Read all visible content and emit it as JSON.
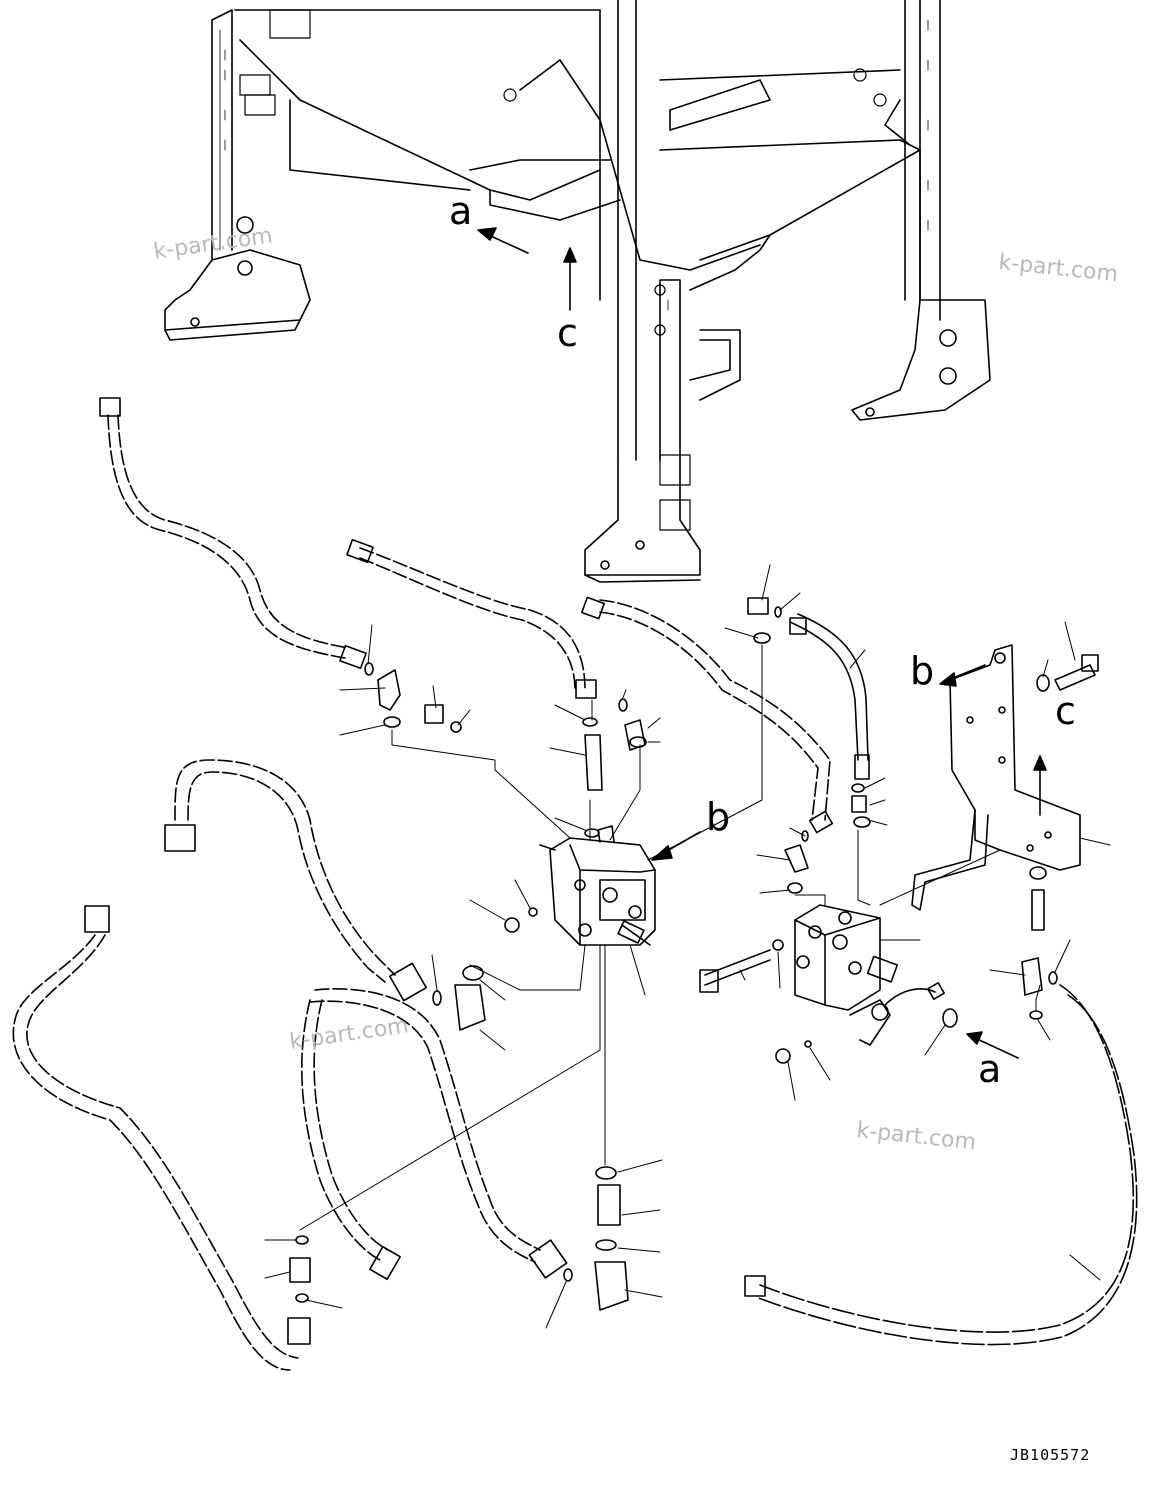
{
  "diagram": {
    "view_labels": {
      "a_top": "a",
      "c_top": "c",
      "b_valve": "b",
      "b_bracket": "b",
      "c_bracket": "c",
      "a_block": "a"
    },
    "watermarks": [
      "k-part.com",
      "k-part.com",
      "k-part.com",
      "k-part.com"
    ],
    "drawing_code": "JB105572"
  }
}
